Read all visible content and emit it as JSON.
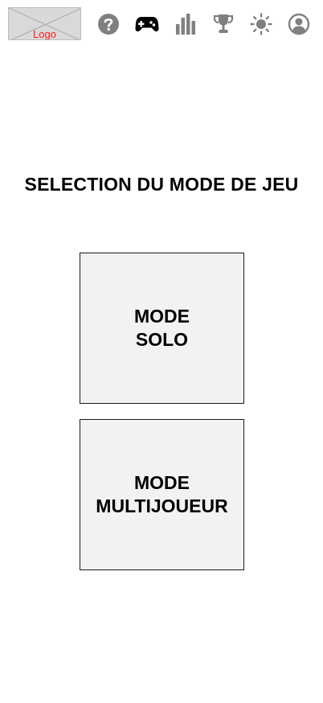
{
  "header": {
    "logo_text": "Logo",
    "icons": [
      {
        "name": "help-icon",
        "color": "#808080"
      },
      {
        "name": "gamepad-icon",
        "color": "#000000"
      },
      {
        "name": "stats-icon",
        "color": "#808080"
      },
      {
        "name": "trophy-icon",
        "color": "#808080"
      },
      {
        "name": "brightness-icon",
        "color": "#808080"
      },
      {
        "name": "profile-icon",
        "color": "#808080"
      }
    ]
  },
  "main": {
    "title": "SELECTION DU MODE DE JEU",
    "modes": [
      {
        "line1": "MODE",
        "line2": "SOLO"
      },
      {
        "line1": "MODE",
        "line2": "MULTIJOUEUR"
      }
    ]
  },
  "colors": {
    "icon_inactive": "#808080",
    "icon_active": "#000000",
    "logo_text": "#ff1a1a",
    "button_bg": "#f2f2f2"
  }
}
